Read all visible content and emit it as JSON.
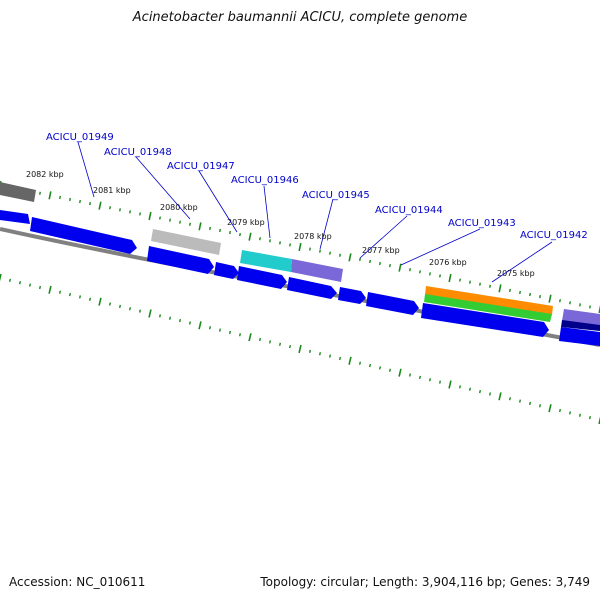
{
  "title": "Acinetobacter baumannii ACICU, complete genome",
  "footer": {
    "accession": "Accession: NC_010611",
    "summary": "Topology: circular; Length: 3,904,116 bp; Genes: 3,749"
  },
  "kbp_labels": [
    "2082 kbp",
    "2081 kbp",
    "2080 kbp",
    "2079 kbp",
    "2078 kbp",
    "2077 kbp",
    "2076 kbp",
    "2075 kbp"
  ],
  "gene_labels": [
    "ACICU_01949",
    "ACICU_01948",
    "ACICU_01947",
    "ACICU_01946",
    "ACICU_01945",
    "ACICU_01944",
    "ACICU_01943",
    "ACICU_01942"
  ],
  "colors": {
    "cds": "#0000ee",
    "cds_dark": "#00008a",
    "backbone": "#808080",
    "ticks": "#1a8a1a",
    "label": "#0000cc",
    "cyan": "#22cccc",
    "purple": "#7b68d8",
    "orange": "#ff8c00",
    "green": "#33cc33",
    "gray": "#bbbbbb",
    "darkgray": "#666666"
  }
}
